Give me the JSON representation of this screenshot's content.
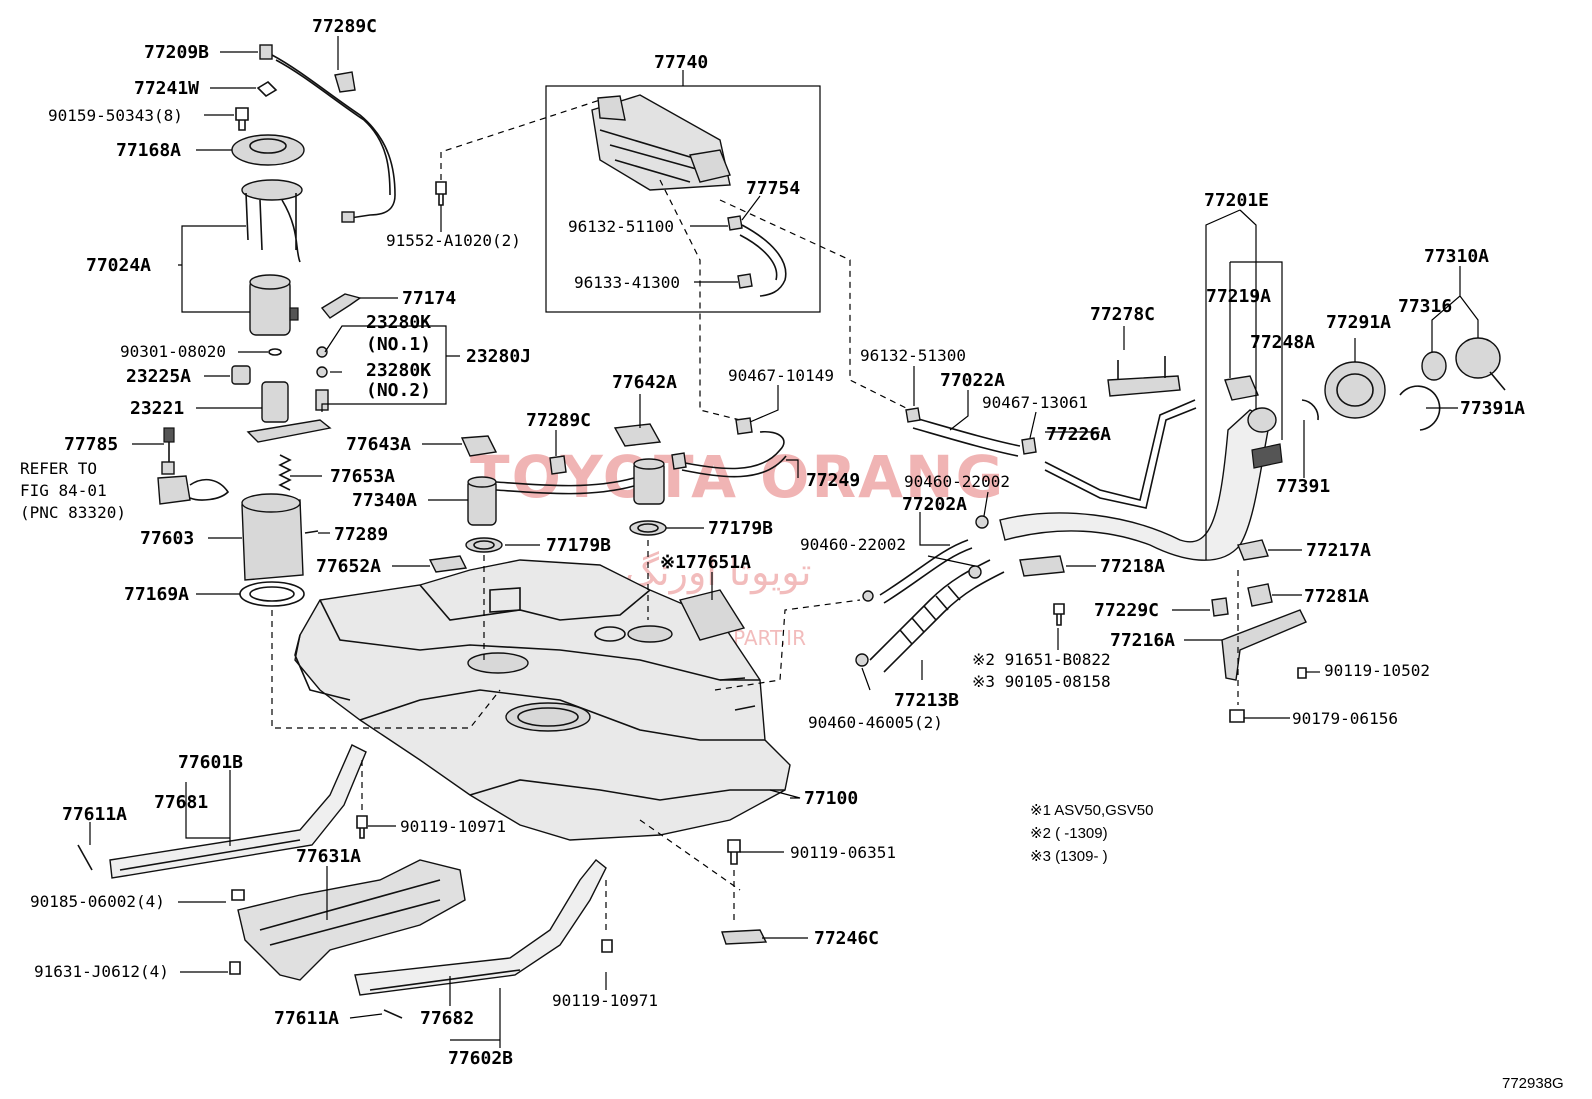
{
  "diagram_code": "772938G",
  "watermark": {
    "brand": "TOYOTA ORANG",
    "persian": "تویوتا اورنگ",
    "url": "TOYOTAPART.IR"
  },
  "refer_note": {
    "line1": "REFER TO",
    "line2": "FIG 84-01",
    "line3": "(PNC 83320)"
  },
  "footnotes": [
    "※1 ASV50,GSV50",
    "※2 (      -1309)",
    "※3 (1309-      )"
  ],
  "labels": {
    "p77289C_top": "77289C",
    "p77209B": "77209B",
    "p77241W": "77241W",
    "p90159": "90159-50343(8)",
    "p77168A": "77168A",
    "p77024A": "77024A",
    "p77174": "77174",
    "p90301": "90301-08020",
    "p23280K_1": "23280K",
    "p23280K_no1": "(NO.1)",
    "p23280K_2": "23280K",
    "p23280K_no2": "(NO.2)",
    "p23280J": "23280J",
    "p23225A": "23225A",
    "p23221": "23221",
    "p77785": "77785",
    "p77653A": "77653A",
    "p77603": "77603",
    "p77289": "77289",
    "p77169A": "77169A",
    "p77740": "77740",
    "p77754": "77754",
    "p96132_51100": "96132-51100",
    "p96133_41300": "96133-41300",
    "p91552": "91552-A1020(2)",
    "p77642A": "77642A",
    "p77289C_mid": "77289C",
    "p77643A": "77643A",
    "p77340A": "77340A",
    "p77179B_left": "77179B",
    "p77179B_right": "77179B",
    "p77652A": "77652A",
    "p77651A": "※177651A",
    "p90467_10149": "90467-10149",
    "p77249": "77249",
    "p96132_51300": "96132-51300",
    "p77022A": "77022A",
    "p90467_13061": "90467-13061",
    "p77226A": "77226A",
    "p90460_22002_a": "90460-22002",
    "p77202A": "77202A",
    "p90460_22002_b": "90460-22002",
    "p77218A": "77218A",
    "p77213B": "77213B",
    "p90460_46005": "90460-46005(2)",
    "p91651": "※2 91651-B0822",
    "p90105": "※3 90105-08158",
    "p77278C": "77278C",
    "p77201E": "77201E",
    "p77219A": "77219A",
    "p77248A": "77248A",
    "p77291A": "77291A",
    "p77310A": "77310A",
    "p77316": "77316",
    "p77391A": "77391A",
    "p77391": "77391",
    "p77217A": "77217A",
    "p77281A": "77281A",
    "p77229C": "77229C",
    "p77216A": "77216A",
    "p90119_10502": "90119-10502",
    "p90179_06156": "90179-06156",
    "p77100": "77100",
    "p77601B": "77601B",
    "p77681": "77681",
    "p77611A_top": "77611A",
    "p90119_10971_top": "90119-10971",
    "p77631A": "77631A",
    "p90185": "90185-06002(4)",
    "p91631": "91631-J0612(4)",
    "p90119_06351": "90119-06351",
    "p77246C": "77246C",
    "p77611A_bot": "77611A",
    "p77682": "77682",
    "p77602B": "77602B",
    "p90119_10971_bot": "90119-10971"
  }
}
